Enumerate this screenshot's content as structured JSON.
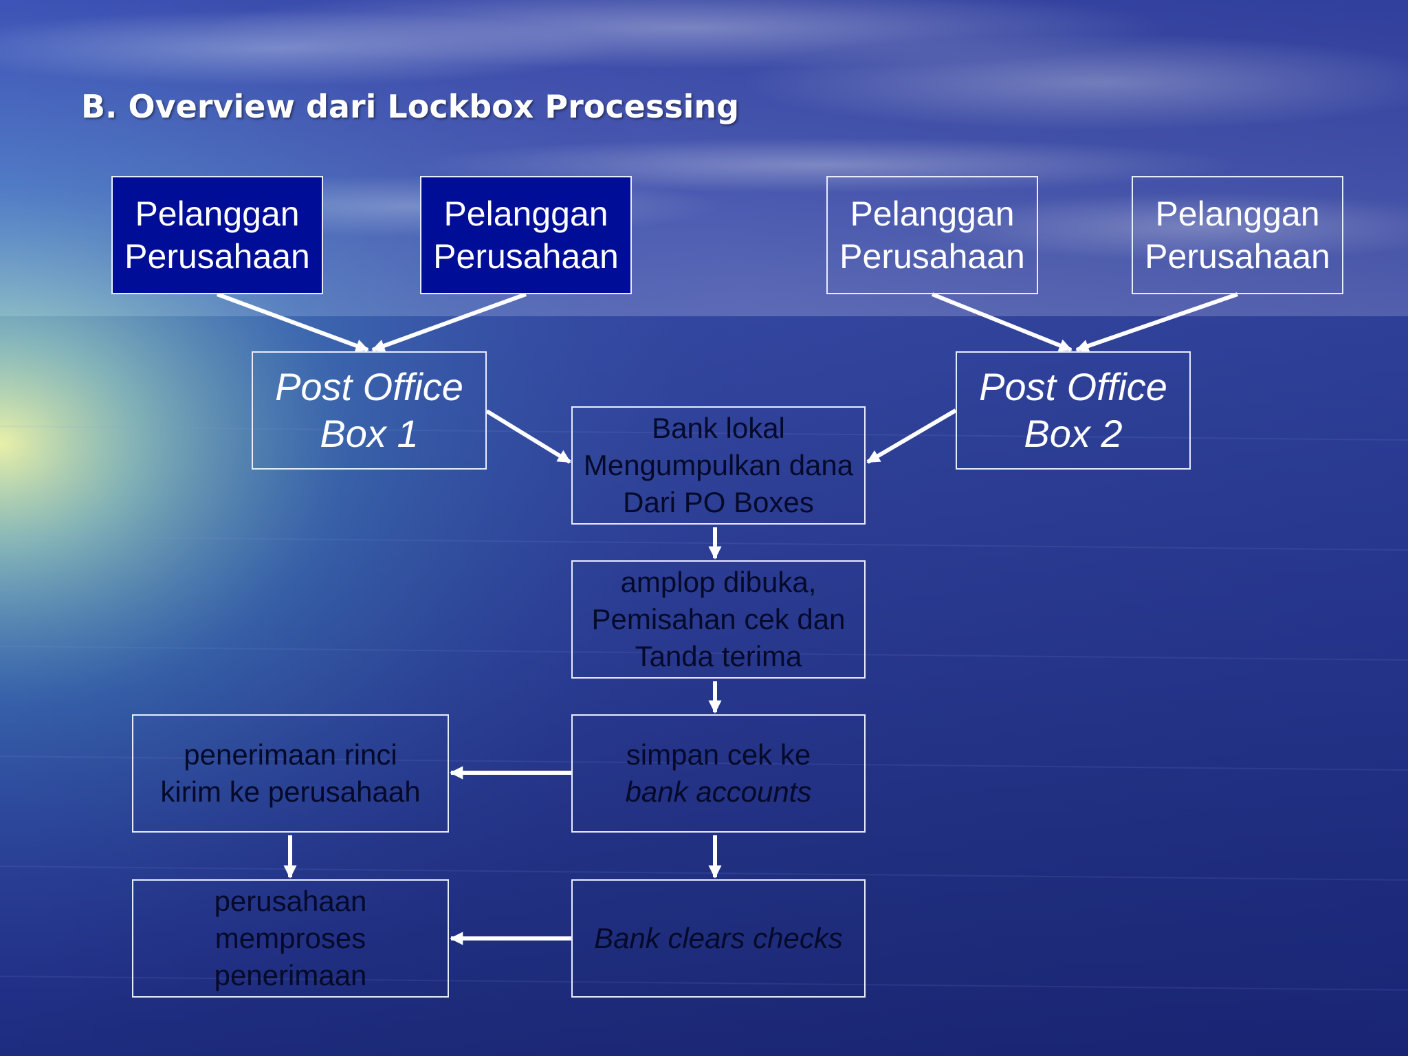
{
  "slide": {
    "title": "B.  Overview dari Lockbox Processing"
  },
  "diagram": {
    "customers": [
      {
        "line1": "Pelanggan",
        "line2": "Perusahaan",
        "filled": true
      },
      {
        "line1": "Pelanggan",
        "line2": "Perusahaan",
        "filled": true
      },
      {
        "line1": "Pelanggan",
        "line2": "Perusahaan",
        "filled": false
      },
      {
        "line1": "Pelanggan",
        "line2": "Perusahaan",
        "filled": false
      }
    ],
    "po_boxes": [
      {
        "line1": "Post Office",
        "line2": "Box 1"
      },
      {
        "line1": "Post Office",
        "line2": "Box 2"
      }
    ],
    "bank_local": {
      "line1": "Bank lokal",
      "line2": "Mengumpulkan dana",
      "line3": "Dari PO Boxes"
    },
    "envelope": {
      "line1": "amplop dibuka,",
      "line2": "Pemisahan cek dan",
      "line3": "Tanda terima"
    },
    "deposit": {
      "line1": "simpan cek ke",
      "line2": "bank accounts"
    },
    "receipt": {
      "line1": "penerimaan rinci",
      "line2": "kirim ke perusahaah"
    },
    "clears": {
      "line1": "Bank clears checks"
    },
    "company_process": {
      "line1": "perusahaan",
      "line2": "memproses",
      "line3": "penerimaan"
    }
  },
  "colors": {
    "customer_fill": "#000d96",
    "box_border": "#e8ecff",
    "arrow": "#ffffff",
    "dark_text": "#050a2a"
  }
}
